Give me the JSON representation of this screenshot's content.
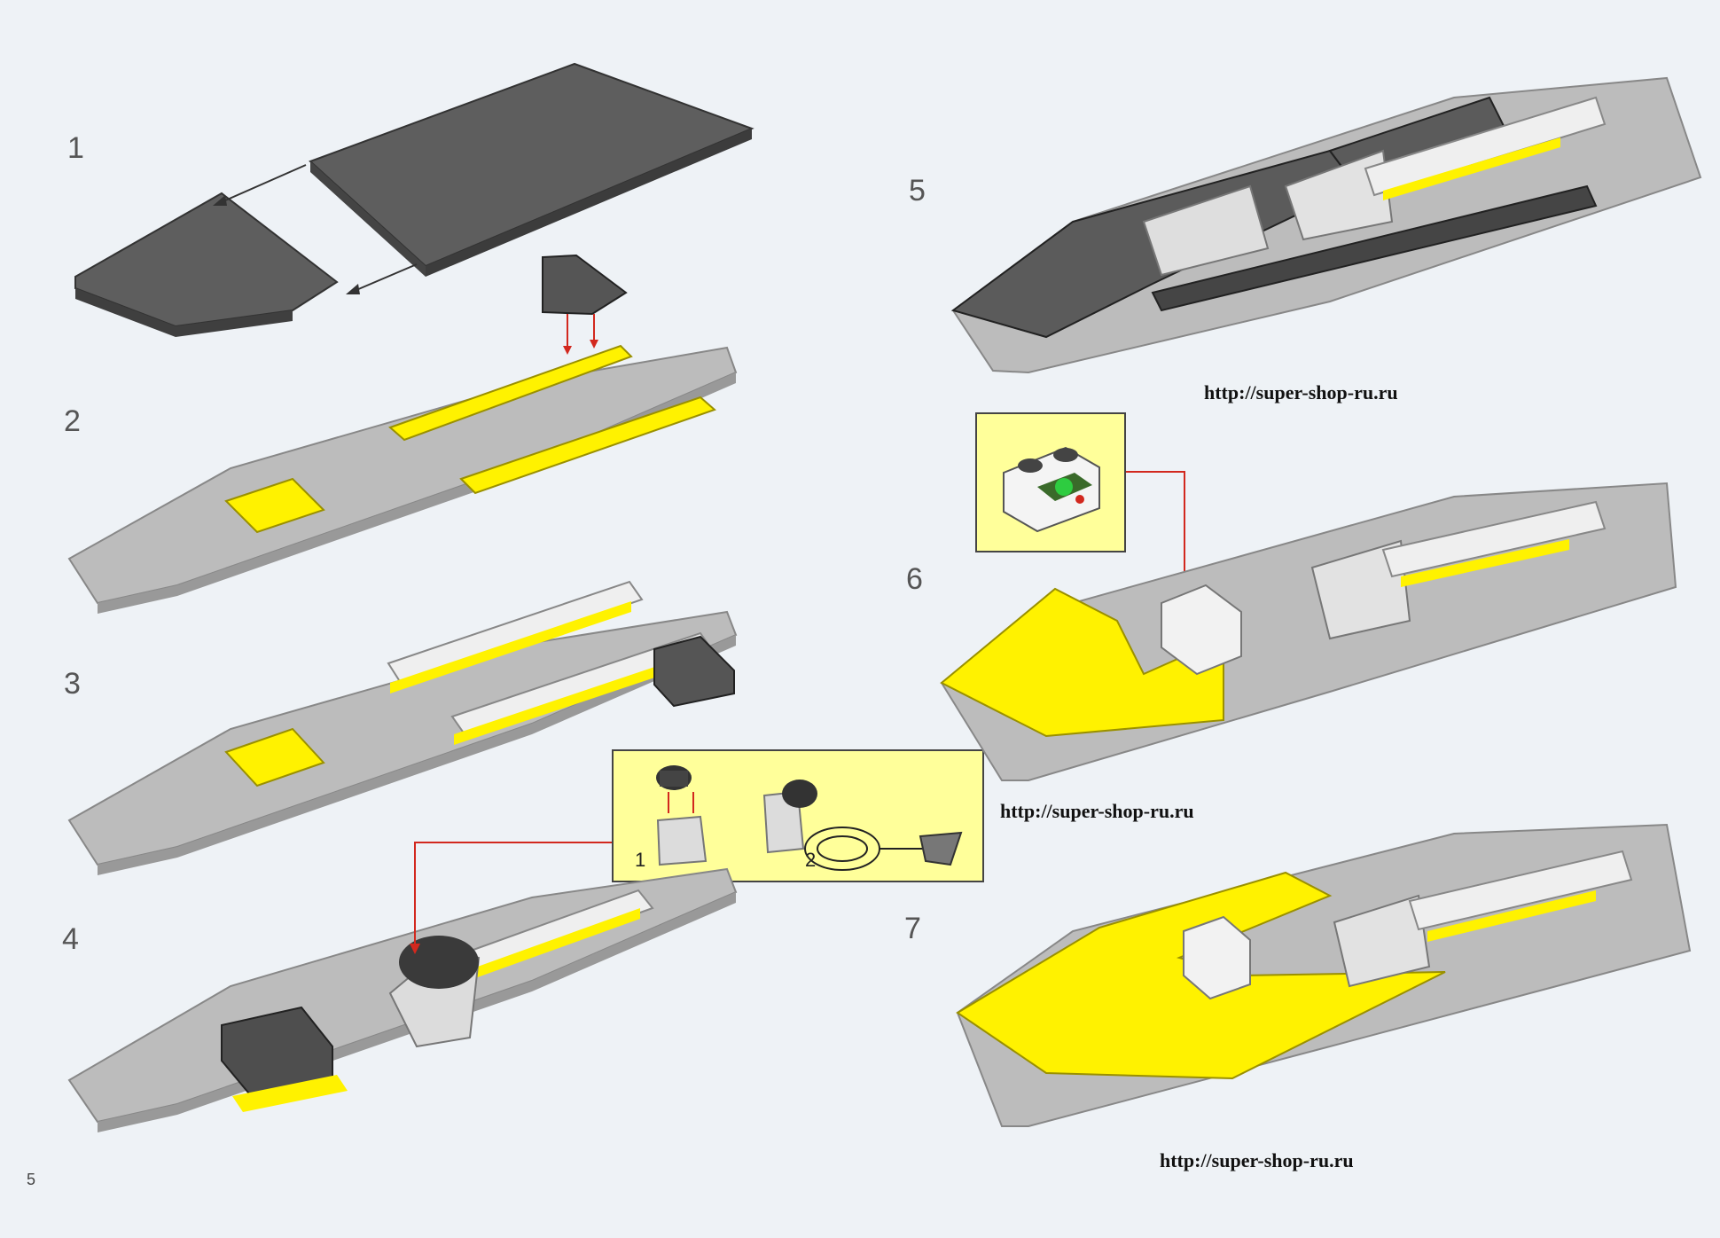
{
  "steps": [
    {
      "number": "1"
    },
    {
      "number": "2"
    },
    {
      "number": "3"
    },
    {
      "number": "4"
    },
    {
      "number": "5"
    },
    {
      "number": "6"
    },
    {
      "number": "7"
    }
  ],
  "substeps": [
    "1",
    "2"
  ],
  "watermarks": [
    "http://super-shop-ru.ru",
    "http://super-shop-ru.ru",
    "http://super-shop-ru.ru"
  ],
  "page_number": "5",
  "colors": {
    "dark_gray": "#5b5b5b",
    "light_gray": "#b7b7b7",
    "yellow": "#fff200",
    "white_brick": "#ededed",
    "arrow_red": "#d2281e",
    "callout_bg": "#ffff9a"
  }
}
